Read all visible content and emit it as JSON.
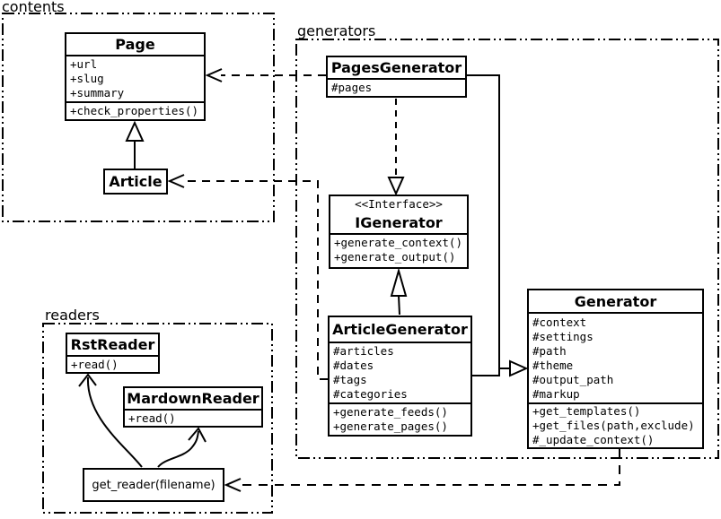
{
  "diagram": {
    "background": "#ffffff",
    "line_color": "#000000",
    "type": "uml-class-diagram"
  },
  "packages": [
    {
      "label": "contents"
    },
    {
      "label": "generators"
    },
    {
      "label": "readers"
    }
  ],
  "classes": {
    "page": {
      "name": "Page",
      "attributes": [
        "+url",
        "+slug",
        "+summary"
      ],
      "methods": [
        "+check_properties()"
      ]
    },
    "article": {
      "name": "Article"
    },
    "pages_generator": {
      "name": "PagesGenerator",
      "attributes": [
        "#pages"
      ]
    },
    "igenerator": {
      "stereotype": "<<Interface>>",
      "name": "IGenerator",
      "methods": [
        "+generate_context()",
        "+generate_output()"
      ]
    },
    "article_generator": {
      "name": "ArticleGenerator",
      "attributes": [
        "#articles",
        "#dates",
        "#tags",
        "#categories"
      ],
      "methods": [
        "+generate_feeds()",
        "+generate_pages()"
      ]
    },
    "generator": {
      "name": "Generator",
      "attributes": [
        "#context",
        "#settings",
        "#path",
        "#theme",
        "#output_path",
        "#markup"
      ],
      "methods": [
        "+get_templates()",
        "+get_files(path,exclude)",
        "#_update_context()"
      ]
    },
    "rst_reader": {
      "name": "RstReader",
      "methods": [
        "+read()"
      ]
    },
    "mardown_reader": {
      "name": "MardownReader",
      "methods": [
        "+read()"
      ]
    },
    "get_reader": {
      "label": "get_reader(filename)"
    }
  },
  "relationships": [
    {
      "from": "Article",
      "to": "Page",
      "type": "generalization"
    },
    {
      "from": "PagesGenerator",
      "to": "IGenerator",
      "type": "realization"
    },
    {
      "from": "ArticleGenerator",
      "to": "IGenerator",
      "type": "generalization"
    },
    {
      "from": "PagesGenerator",
      "to": "Generator",
      "type": "generalization"
    },
    {
      "from": "ArticleGenerator",
      "to": "Generator",
      "type": "generalization"
    },
    {
      "from": "PagesGenerator",
      "to": "Page",
      "type": "dependency"
    },
    {
      "from": "ArticleGenerator",
      "to": "Article",
      "type": "dependency"
    },
    {
      "from": "Generator",
      "to": "get_reader(filename)",
      "type": "dependency"
    },
    {
      "from": "get_reader(filename)",
      "to": "RstReader",
      "type": "arrow"
    },
    {
      "from": "get_reader(filename)",
      "to": "MardownReader",
      "type": "arrow"
    }
  ]
}
